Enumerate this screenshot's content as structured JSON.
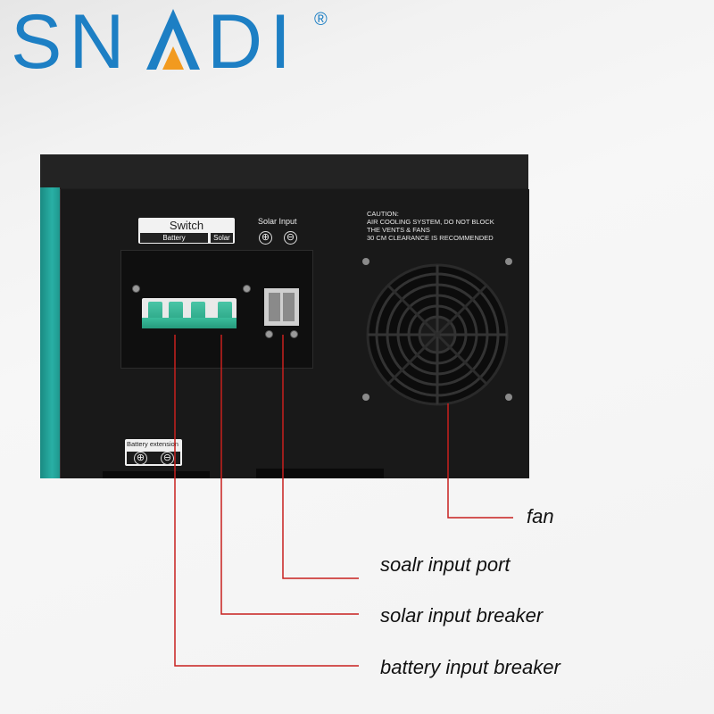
{
  "brand": {
    "name": "SNADI",
    "registered": "®"
  },
  "panel": {
    "switch_label": "Switch",
    "battery_label": "Battery",
    "solar_label": "Solar",
    "solar_input_label": "Solar Input",
    "plus_symbol": "⊕",
    "minus_symbol": "⊖",
    "caution_lines": [
      "CAUTION:",
      "AIR COOLING SYSTEM, DO NOT BLOCK",
      "THE VENTS & FANS",
      "30 CM CLEARANCE IS RECOMMENDED"
    ],
    "battery_extension_label": "Battery extension"
  },
  "callouts": [
    {
      "label": "fan"
    },
    {
      "label": "soalr input port"
    },
    {
      "label": "solar input breaker"
    },
    {
      "label": "battery input breaker"
    }
  ],
  "colors": {
    "brand_blue": "#1d7fc4",
    "brand_orange": "#f29a1f",
    "leader_red": "#c8201e",
    "breaker_green": "#2ca787",
    "housing_teal": "#29b0a5"
  }
}
